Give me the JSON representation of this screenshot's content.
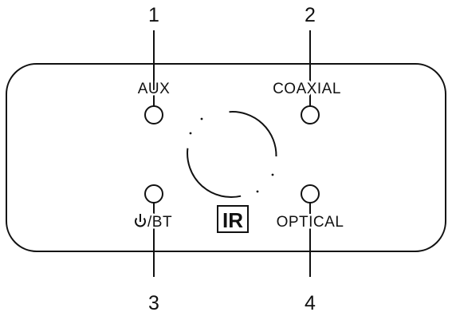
{
  "callouts": [
    "1",
    "2",
    "3",
    "4"
  ],
  "labels": {
    "aux": "AUX",
    "coaxial": "COAXIAL",
    "bt": "/BT",
    "optical": "OPTICAL",
    "ir": "IR"
  },
  "icons": {
    "power": "power-icon",
    "ir_receiver": "ir-logo-icon"
  },
  "colors": {
    "line": "#111111",
    "background": "#ffffff"
  }
}
